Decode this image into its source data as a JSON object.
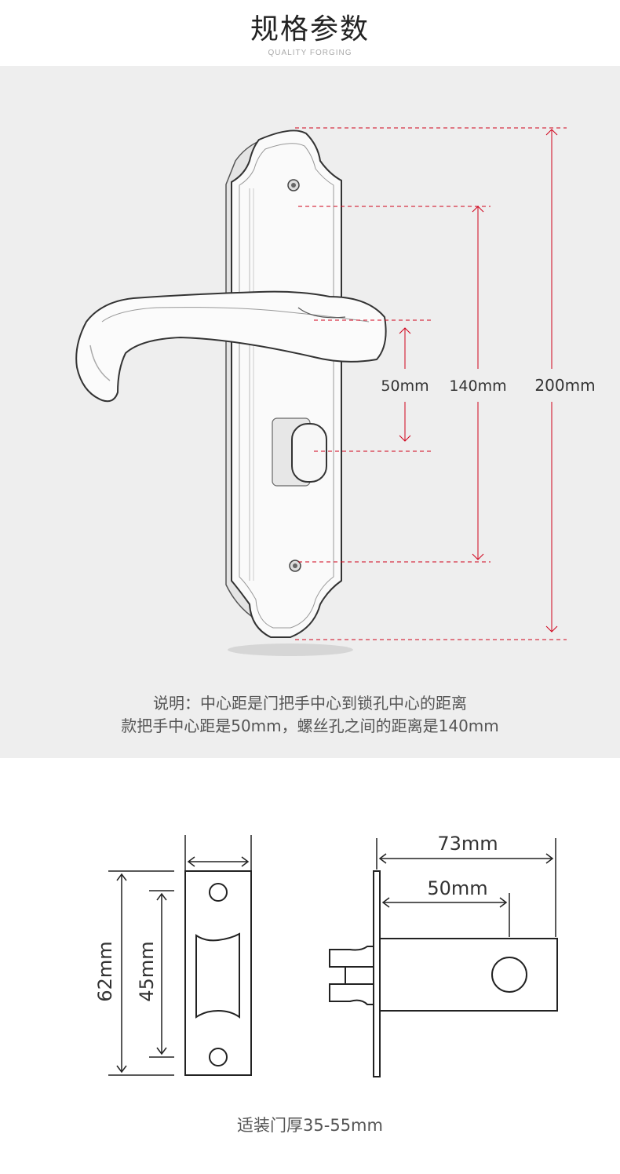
{
  "header": {
    "title": "规格参数",
    "subtitle": "QUALITY FORGING"
  },
  "handle_diagram": {
    "dim_50": "50mm",
    "dim_140": "140mm",
    "dim_200": "200mm",
    "note_line1": "说明：中心距是门把手中心到锁孔中心的距离",
    "note_line2": "款把手中心距是50mm，螺丝孔之间的距离是140mm",
    "accent_color": "#d0021b"
  },
  "lock_body_diagram": {
    "dim_62": "62mm",
    "dim_45": "45mm",
    "dim_73": "73mm",
    "dim_50": "50mm"
  },
  "footer": {
    "door_thickness": "适装门厚35-55mm"
  }
}
